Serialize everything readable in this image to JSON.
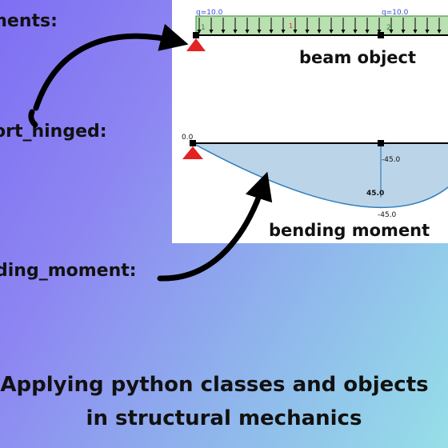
{
  "code_labels": {
    "elements": "ments:",
    "support": "ort_hinged:",
    "moment": "ding_moment:"
  },
  "beam_panel": {
    "load_label_1": "q=10.0",
    "load_label_2": "q=10.0",
    "element_1": "1",
    "element_2": "2",
    "caption": "beam object"
  },
  "moment_panel": {
    "start_value": "0.0",
    "mid_value_upper": "-45.0",
    "mid_value_lower": "-45.0",
    "diagram_value": "45.0",
    "caption": "bending moment"
  },
  "footer": {
    "line1": "Applying python classes and objects",
    "line2": "in structural mechanics"
  },
  "colors": {
    "load_fill": "#b9e0b0",
    "support": "#e32222",
    "moment_fill": "#bcd4e8",
    "moment_line": "#2f7fc0",
    "label_blue": "#3b4bd6"
  }
}
